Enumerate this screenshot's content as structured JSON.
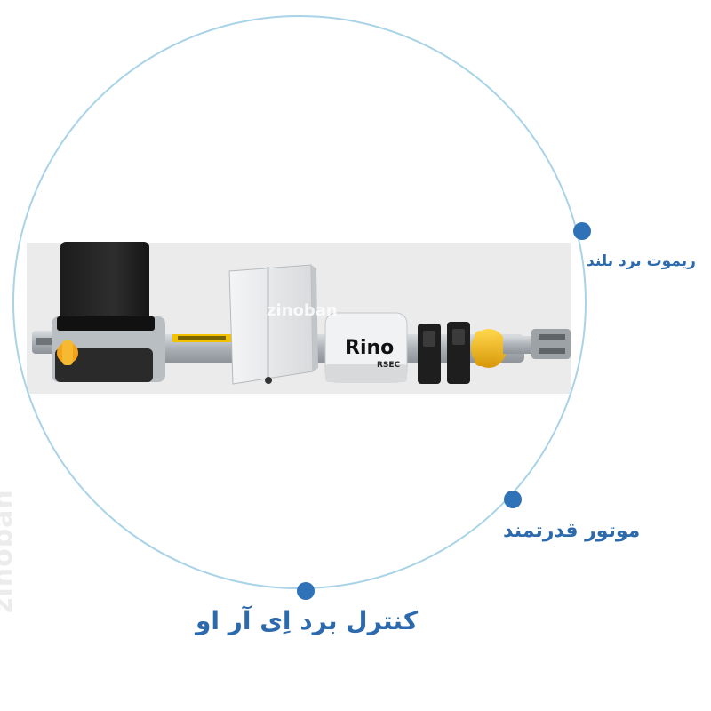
{
  "labels": {
    "remote": "ریموت برد بلند",
    "motor": "موتور قدرتمند",
    "board": "کنترل برد اِی آر او"
  },
  "product_branding": {
    "brand_text": "Rino",
    "sec_text": "RSEC"
  },
  "watermarks": {
    "center": "zinoban",
    "side": "zinoban"
  },
  "colors": {
    "circle": "#a9d3e6",
    "dot": "#2f72b8",
    "label": "#2c6aad",
    "panel": "#ececec",
    "motor_yellow": "#f2b31c"
  }
}
